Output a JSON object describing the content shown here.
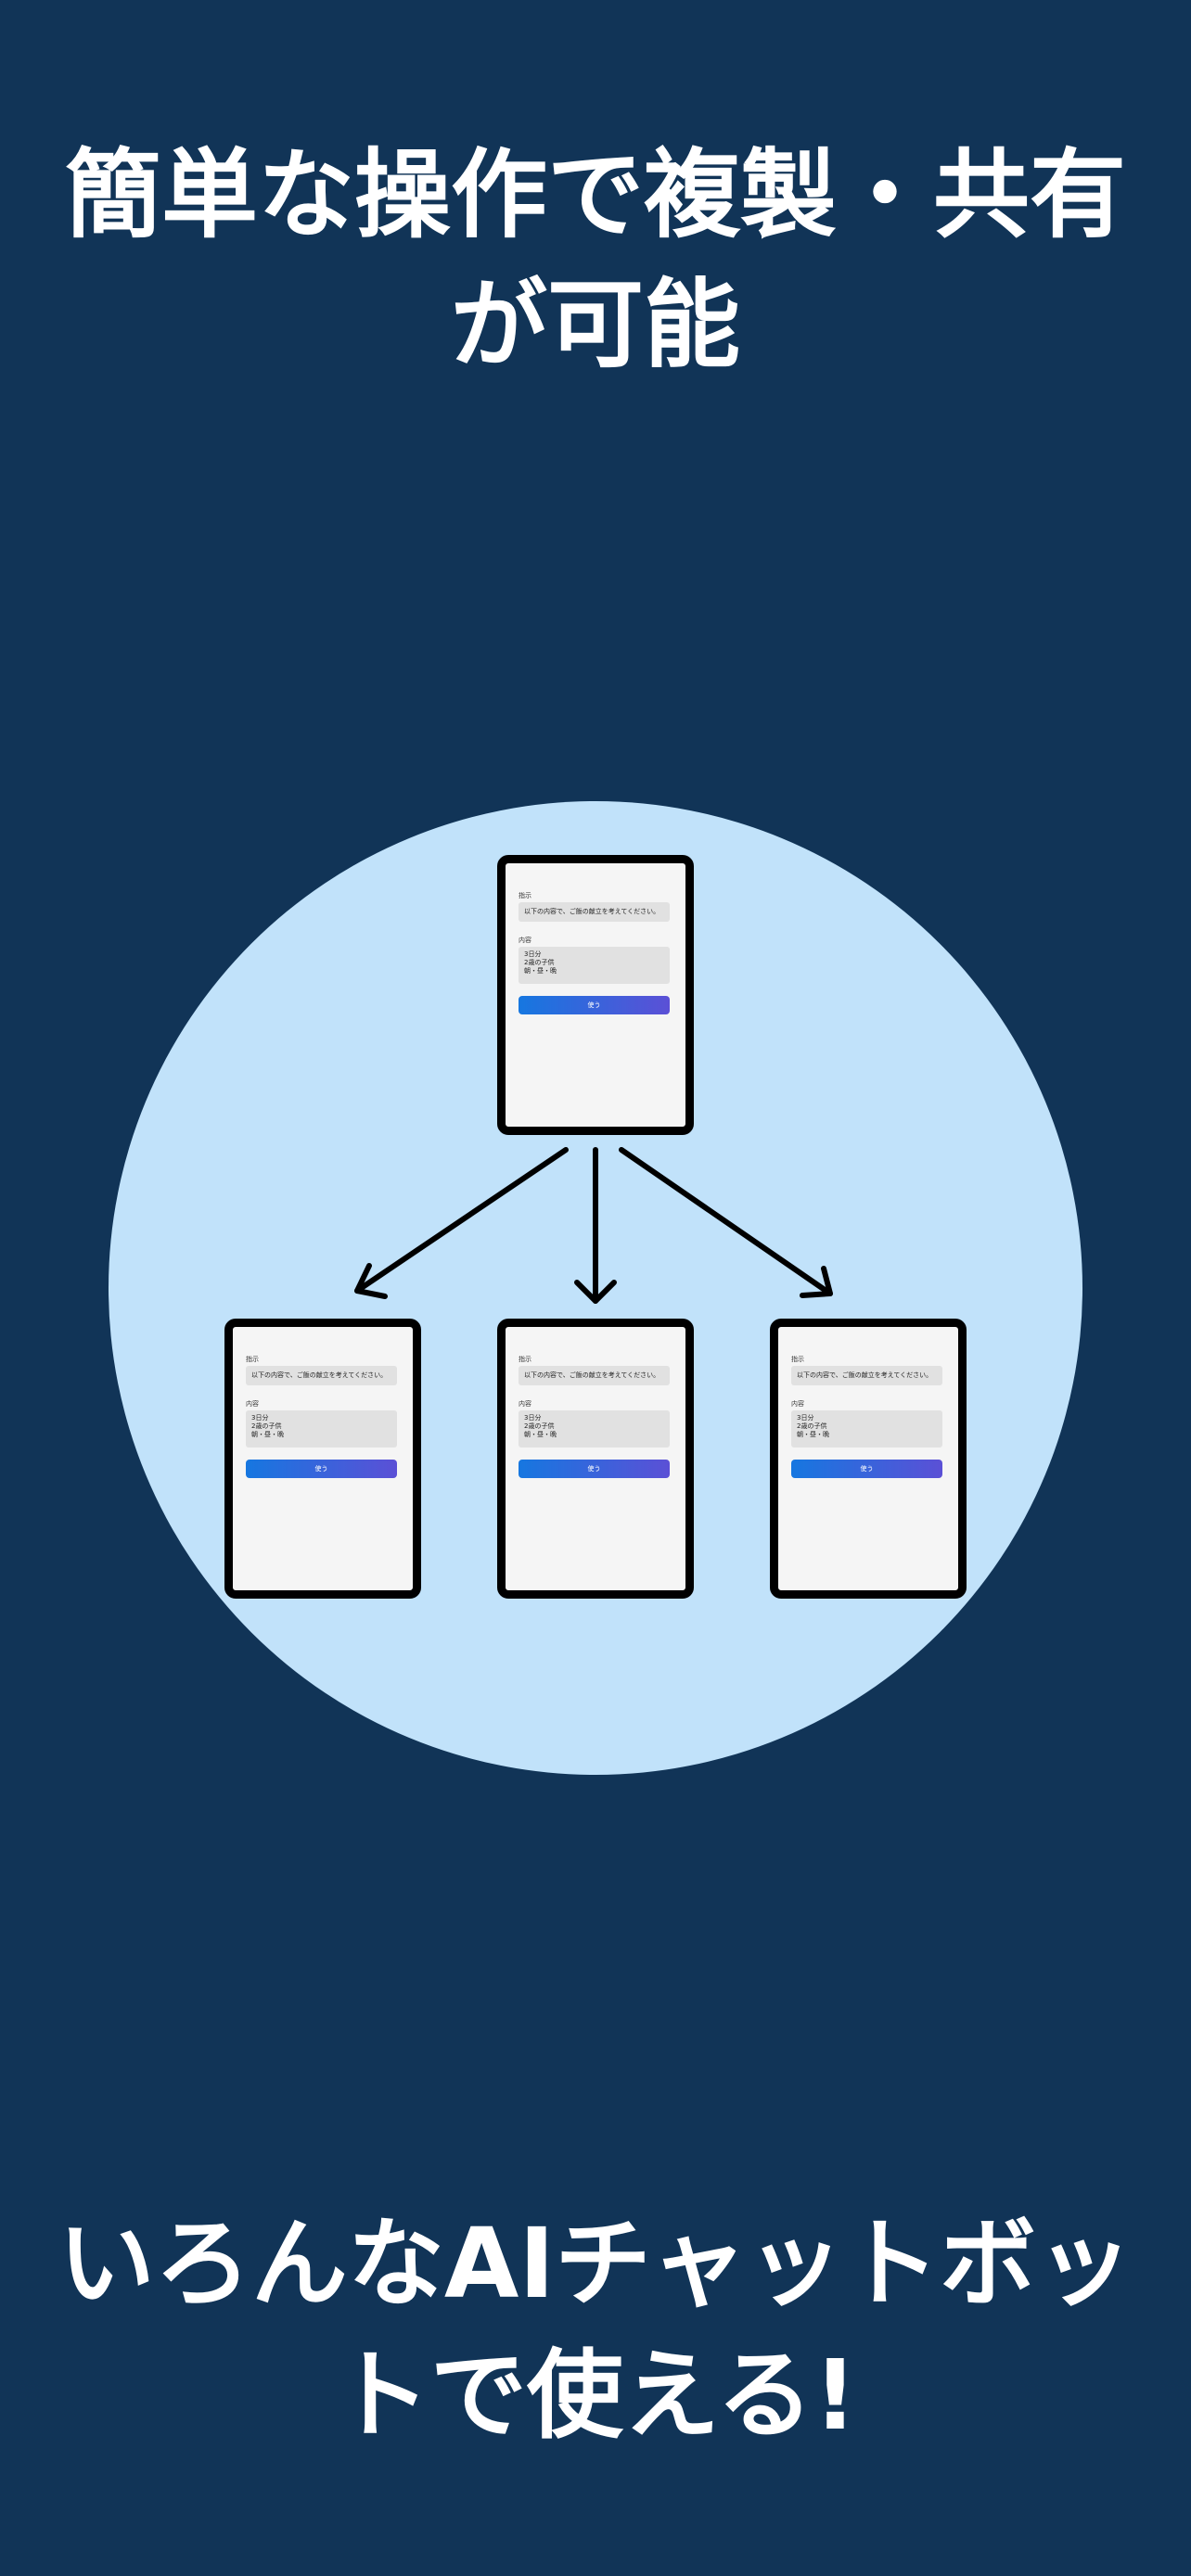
{
  "headline_top": {
    "line1": "簡単な操作で複製・共有",
    "line2": "が可能"
  },
  "headline_bottom": {
    "line1": "いろんなAIチャットボッ",
    "line2": "トで使える!"
  },
  "tablet": {
    "instruction_label": "指示",
    "instruction_text": "以下の内容で、ご飯の献立を考えてください。",
    "content_label": "内容",
    "content_lines": [
      "3日分",
      "2歳の子供",
      "朝・昼・晩"
    ],
    "use_button": "使う"
  },
  "colors": {
    "background": "#113457",
    "circle": "#c1e2fa",
    "button_start": "#1677e0",
    "button_end": "#5b50d6"
  }
}
